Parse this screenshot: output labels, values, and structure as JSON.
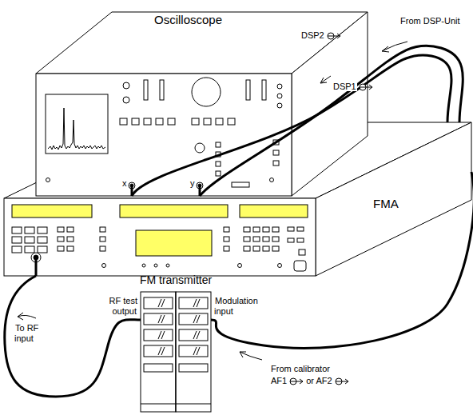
{
  "diagram": {
    "nodes": [
      {
        "text": [
          "Oscilloscope"
        ]
      },
      {
        "text": [
          "FMA"
        ]
      },
      {
        "text": [
          "FM transmitter"
        ]
      }
    ],
    "edges": [
      {
        "from": 0,
        "to": 1,
        "arrow": "none"
      },
      {
        "from": 0,
        "to": 1,
        "arrow": "none"
      },
      {
        "from": 1,
        "to": 2,
        "arrow": "none"
      },
      {
        "from": 1,
        "to": 2,
        "arrow": "none"
      }
    ],
    "labels": [
      "DSP2",
      "DSP1",
      "From DSP-Unit",
      "x",
      "y",
      "RF test output",
      "Modulation input",
      "To RF input",
      "From calibrator",
      "AF1",
      "or AF2"
    ]
  }
}
